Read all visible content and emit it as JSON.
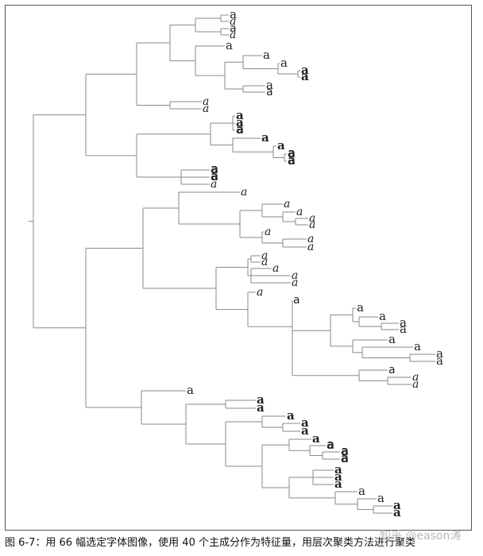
{
  "figure": {
    "caption": "图 6-7：用 66 幅选定字体图像，使用 40 个主成分作为特征量，用层次聚类方法进行聚类",
    "watermark": "知乎 @eason涛",
    "leaf_glyph": "a",
    "line_color": "#8a8a8a",
    "leaf_color": "#222222"
  }
}
